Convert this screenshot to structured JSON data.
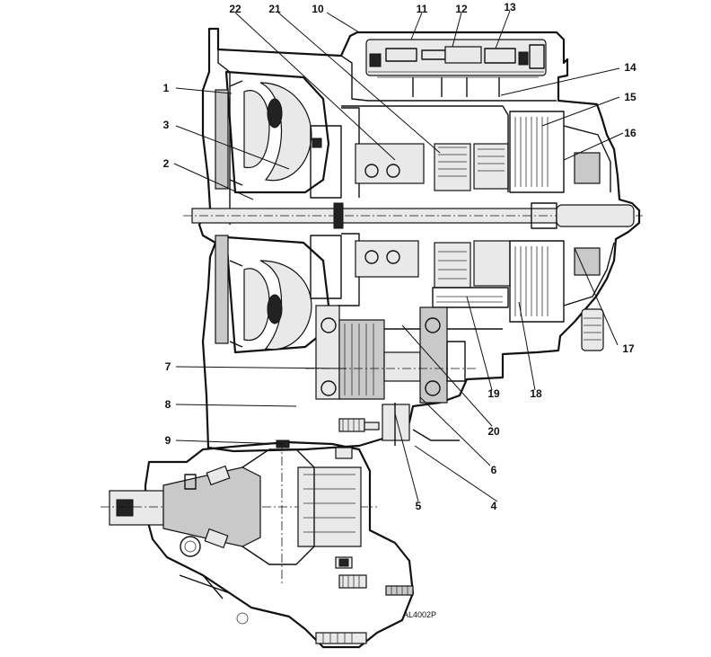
{
  "drawing_id": "AL4002P",
  "callouts": [
    {
      "id": "c1",
      "label": "1"
    },
    {
      "id": "c2",
      "label": "2"
    },
    {
      "id": "c3",
      "label": "3"
    },
    {
      "id": "c4",
      "label": "4"
    },
    {
      "id": "c5",
      "label": "5"
    },
    {
      "id": "c6",
      "label": "6"
    },
    {
      "id": "c7",
      "label": "7"
    },
    {
      "id": "c8",
      "label": "8"
    },
    {
      "id": "c9",
      "label": "9"
    },
    {
      "id": "c10",
      "label": "10"
    },
    {
      "id": "c11",
      "label": "11"
    },
    {
      "id": "c12",
      "label": "12"
    },
    {
      "id": "c13",
      "label": "13"
    },
    {
      "id": "c14",
      "label": "14"
    },
    {
      "id": "c15",
      "label": "15"
    },
    {
      "id": "c16",
      "label": "16"
    },
    {
      "id": "c17",
      "label": "17"
    },
    {
      "id": "c18",
      "label": "18"
    },
    {
      "id": "c19",
      "label": "19"
    },
    {
      "id": "c20",
      "label": "20"
    },
    {
      "id": "c21",
      "label": "21"
    },
    {
      "id": "c22",
      "label": "22"
    }
  ]
}
